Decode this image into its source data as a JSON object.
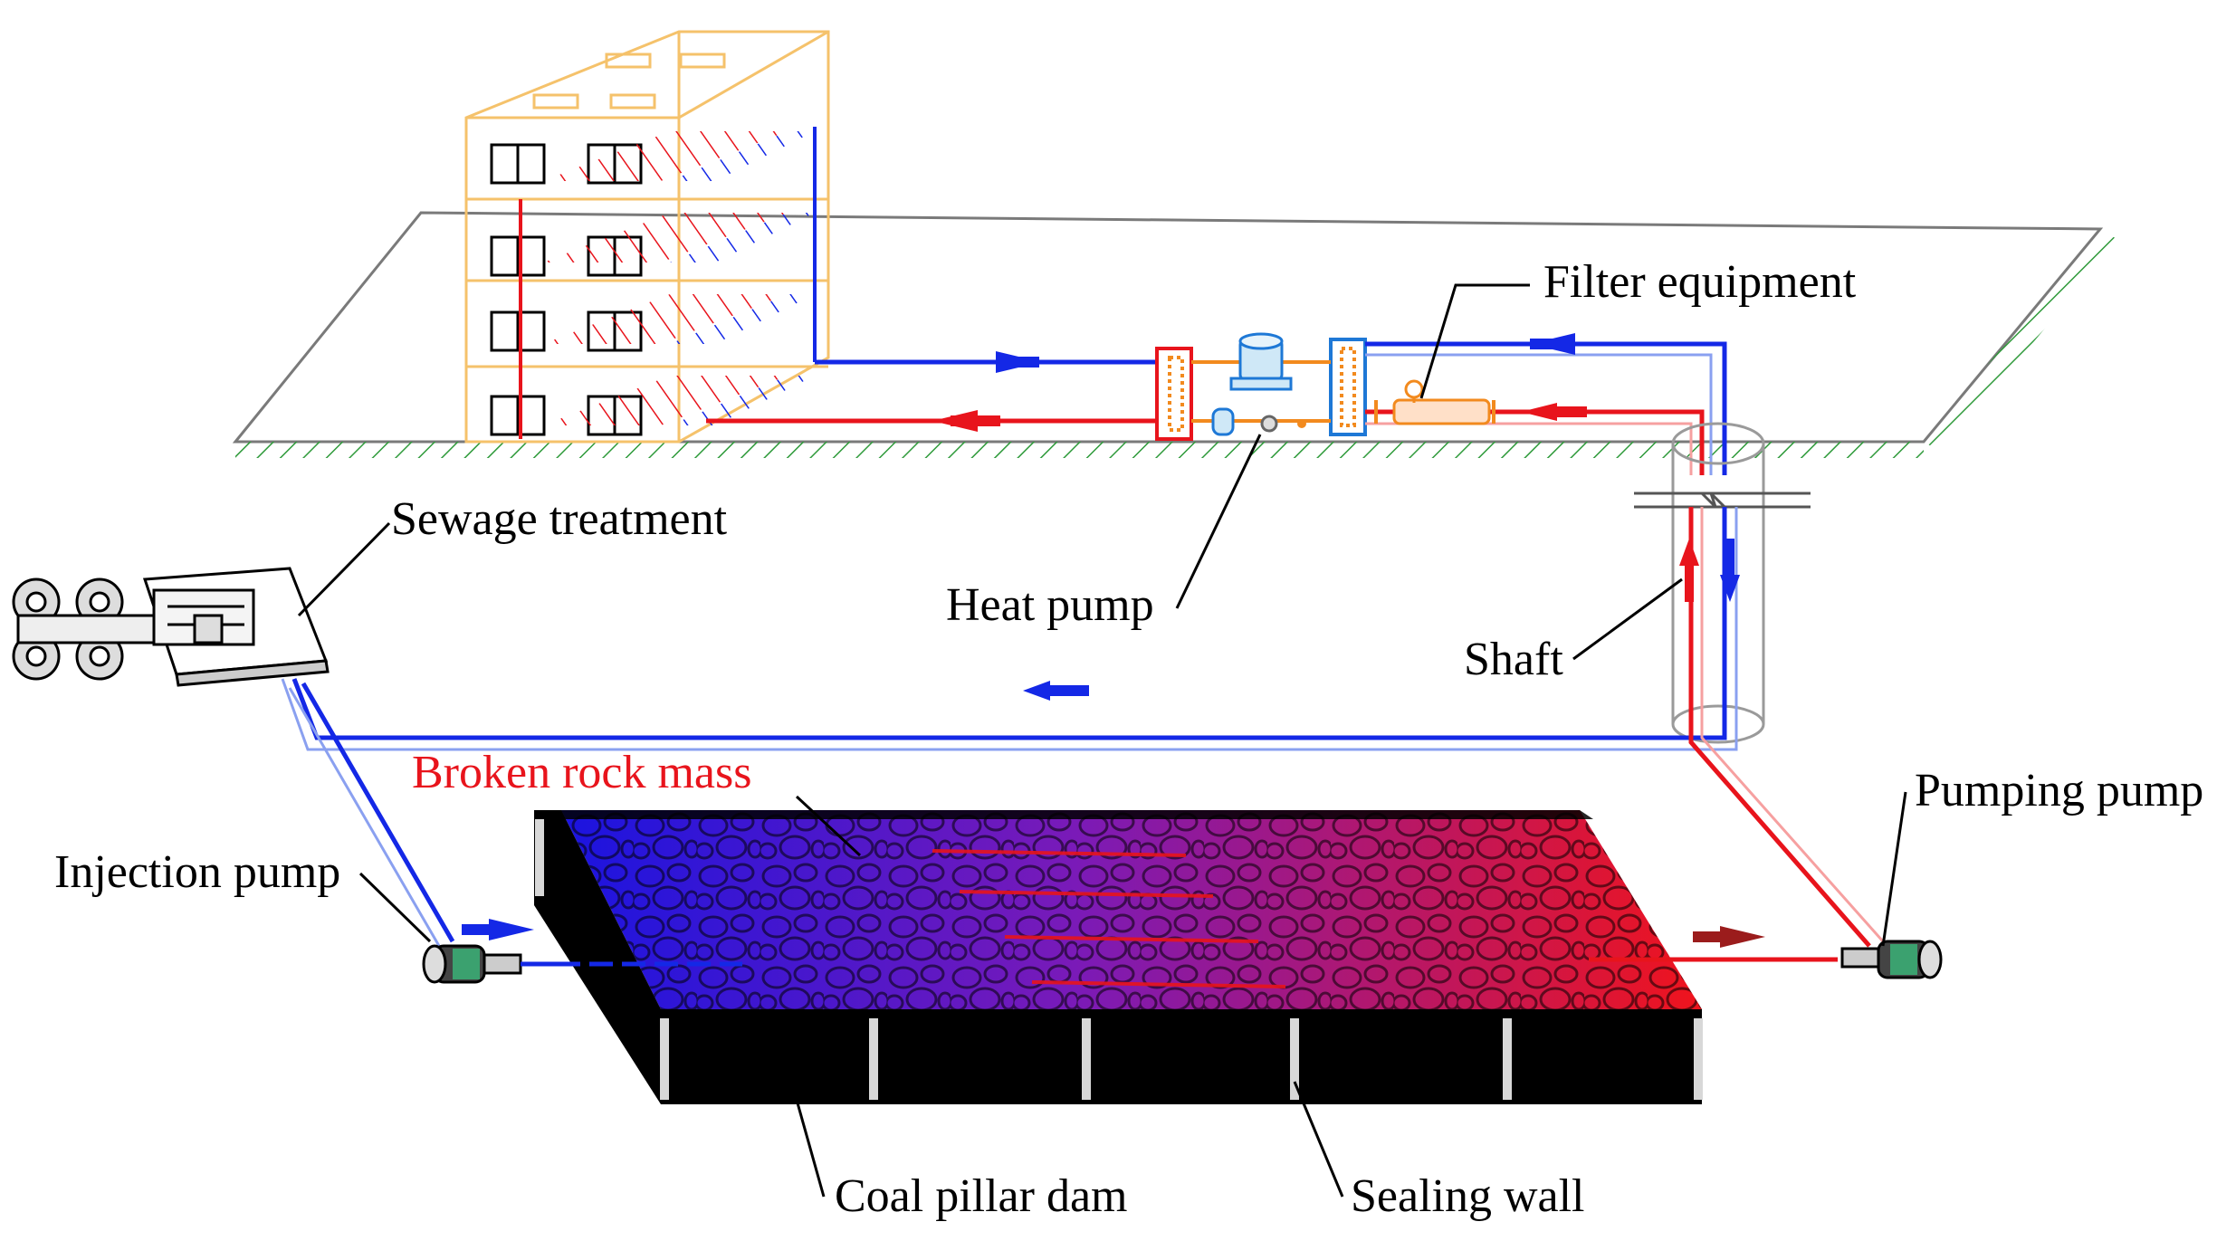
{
  "labels": {
    "filter_equipment": "Filter equipment",
    "sewage_treatment": "Sewage treatment",
    "heat_pump": "Heat pump",
    "shaft": "Shaft",
    "broken_rock_mass": "Broken rock mass",
    "injection_pump": "Injection pump",
    "pumping_pump": "Pumping pump",
    "coal_pillar_dam": "Coal pillar dam",
    "sealing_wall": "Sealing wall"
  },
  "colors": {
    "cold_water": "#1428e6",
    "hot_water": "#e8141c",
    "building": "#f5c26b",
    "ground_hatch": "#2e9a3a",
    "rock_cold": "#1a14e0",
    "rock_mid": "#7a1ab8",
    "rock_hot": "#f0141c",
    "dam": "#000000",
    "heat_pump_orange": "#f28a1e"
  }
}
